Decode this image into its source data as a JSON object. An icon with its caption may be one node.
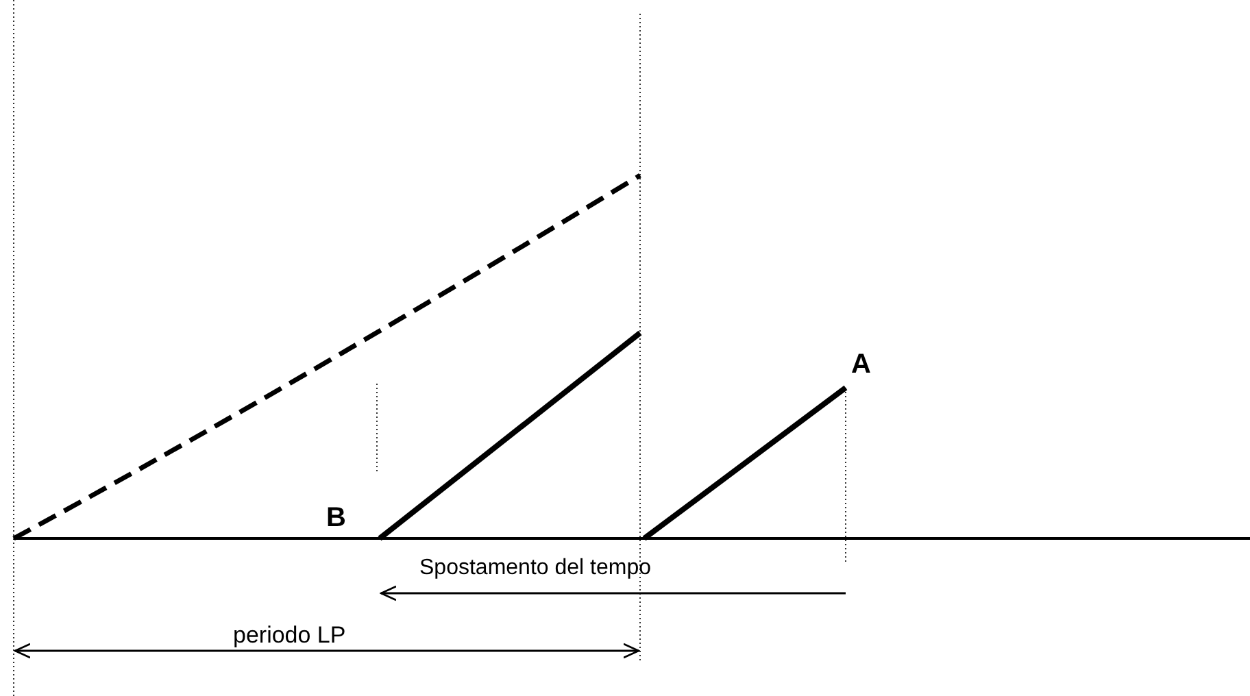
{
  "diagram": {
    "labels": [
      "A",
      "B",
      "Spostamento del tempo",
      "periodo LP"
    ]
  }
}
